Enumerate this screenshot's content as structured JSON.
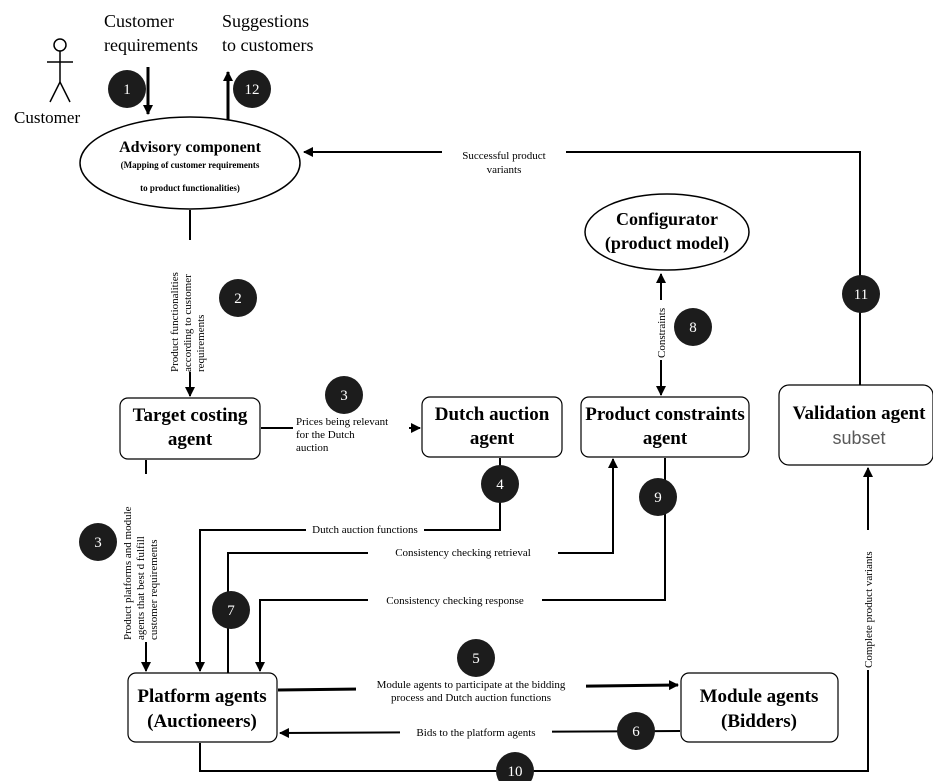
{
  "actor": {
    "label": "Customer"
  },
  "top_labels": {
    "requirements": [
      "Customer",
      "requirements"
    ],
    "suggestions": [
      "Suggestions",
      "to customers"
    ]
  },
  "nodes": {
    "advisory": {
      "title": "Advisory component",
      "subtitle": [
        "(Mapping of customer requirements",
        "to product functionalities)"
      ]
    },
    "configurator": {
      "lines": [
        "Configurator",
        "(product model)"
      ]
    },
    "target_costing": {
      "lines": [
        "Target costing",
        "agent"
      ]
    },
    "dutch_auction": {
      "lines": [
        "Dutch auction",
        "agent"
      ]
    },
    "product_constraints": {
      "lines": [
        "Product constraints",
        "agent"
      ]
    },
    "validation": {
      "title": "Validation agent",
      "subtitle": "subset"
    },
    "platform": {
      "lines": [
        "Platform agents",
        "(Auctioneers)"
      ]
    },
    "module": {
      "lines": [
        "Module agents",
        "(Bidders)"
      ]
    }
  },
  "edge_labels": {
    "successful": [
      "Successful product",
      "variants"
    ],
    "functionalities": [
      "Product functionalities",
      "according  to customer",
      "requirements"
    ],
    "constraints": "Constraints",
    "prices": [
      "Prices being relevant",
      "for the Dutch",
      "auction"
    ],
    "platforms_modules": [
      "Product platforms and module",
      "agents that best d fulfill",
      "customer requirements"
    ],
    "dutch_functions": "Dutch auction functions",
    "consistency_retrieval": "Consistency checking retrieval",
    "consistency_response": "Consistency checking response",
    "module_participate": [
      "Module agents to participate at the bidding",
      "process and Dutch auction functions"
    ],
    "bids": "Bids to the platform agents",
    "complete_variants": "Complete product variants"
  },
  "steps": [
    "1",
    "2",
    "3",
    "3",
    "4",
    "5",
    "6",
    "7",
    "8",
    "9",
    "10",
    "11",
    "12"
  ]
}
